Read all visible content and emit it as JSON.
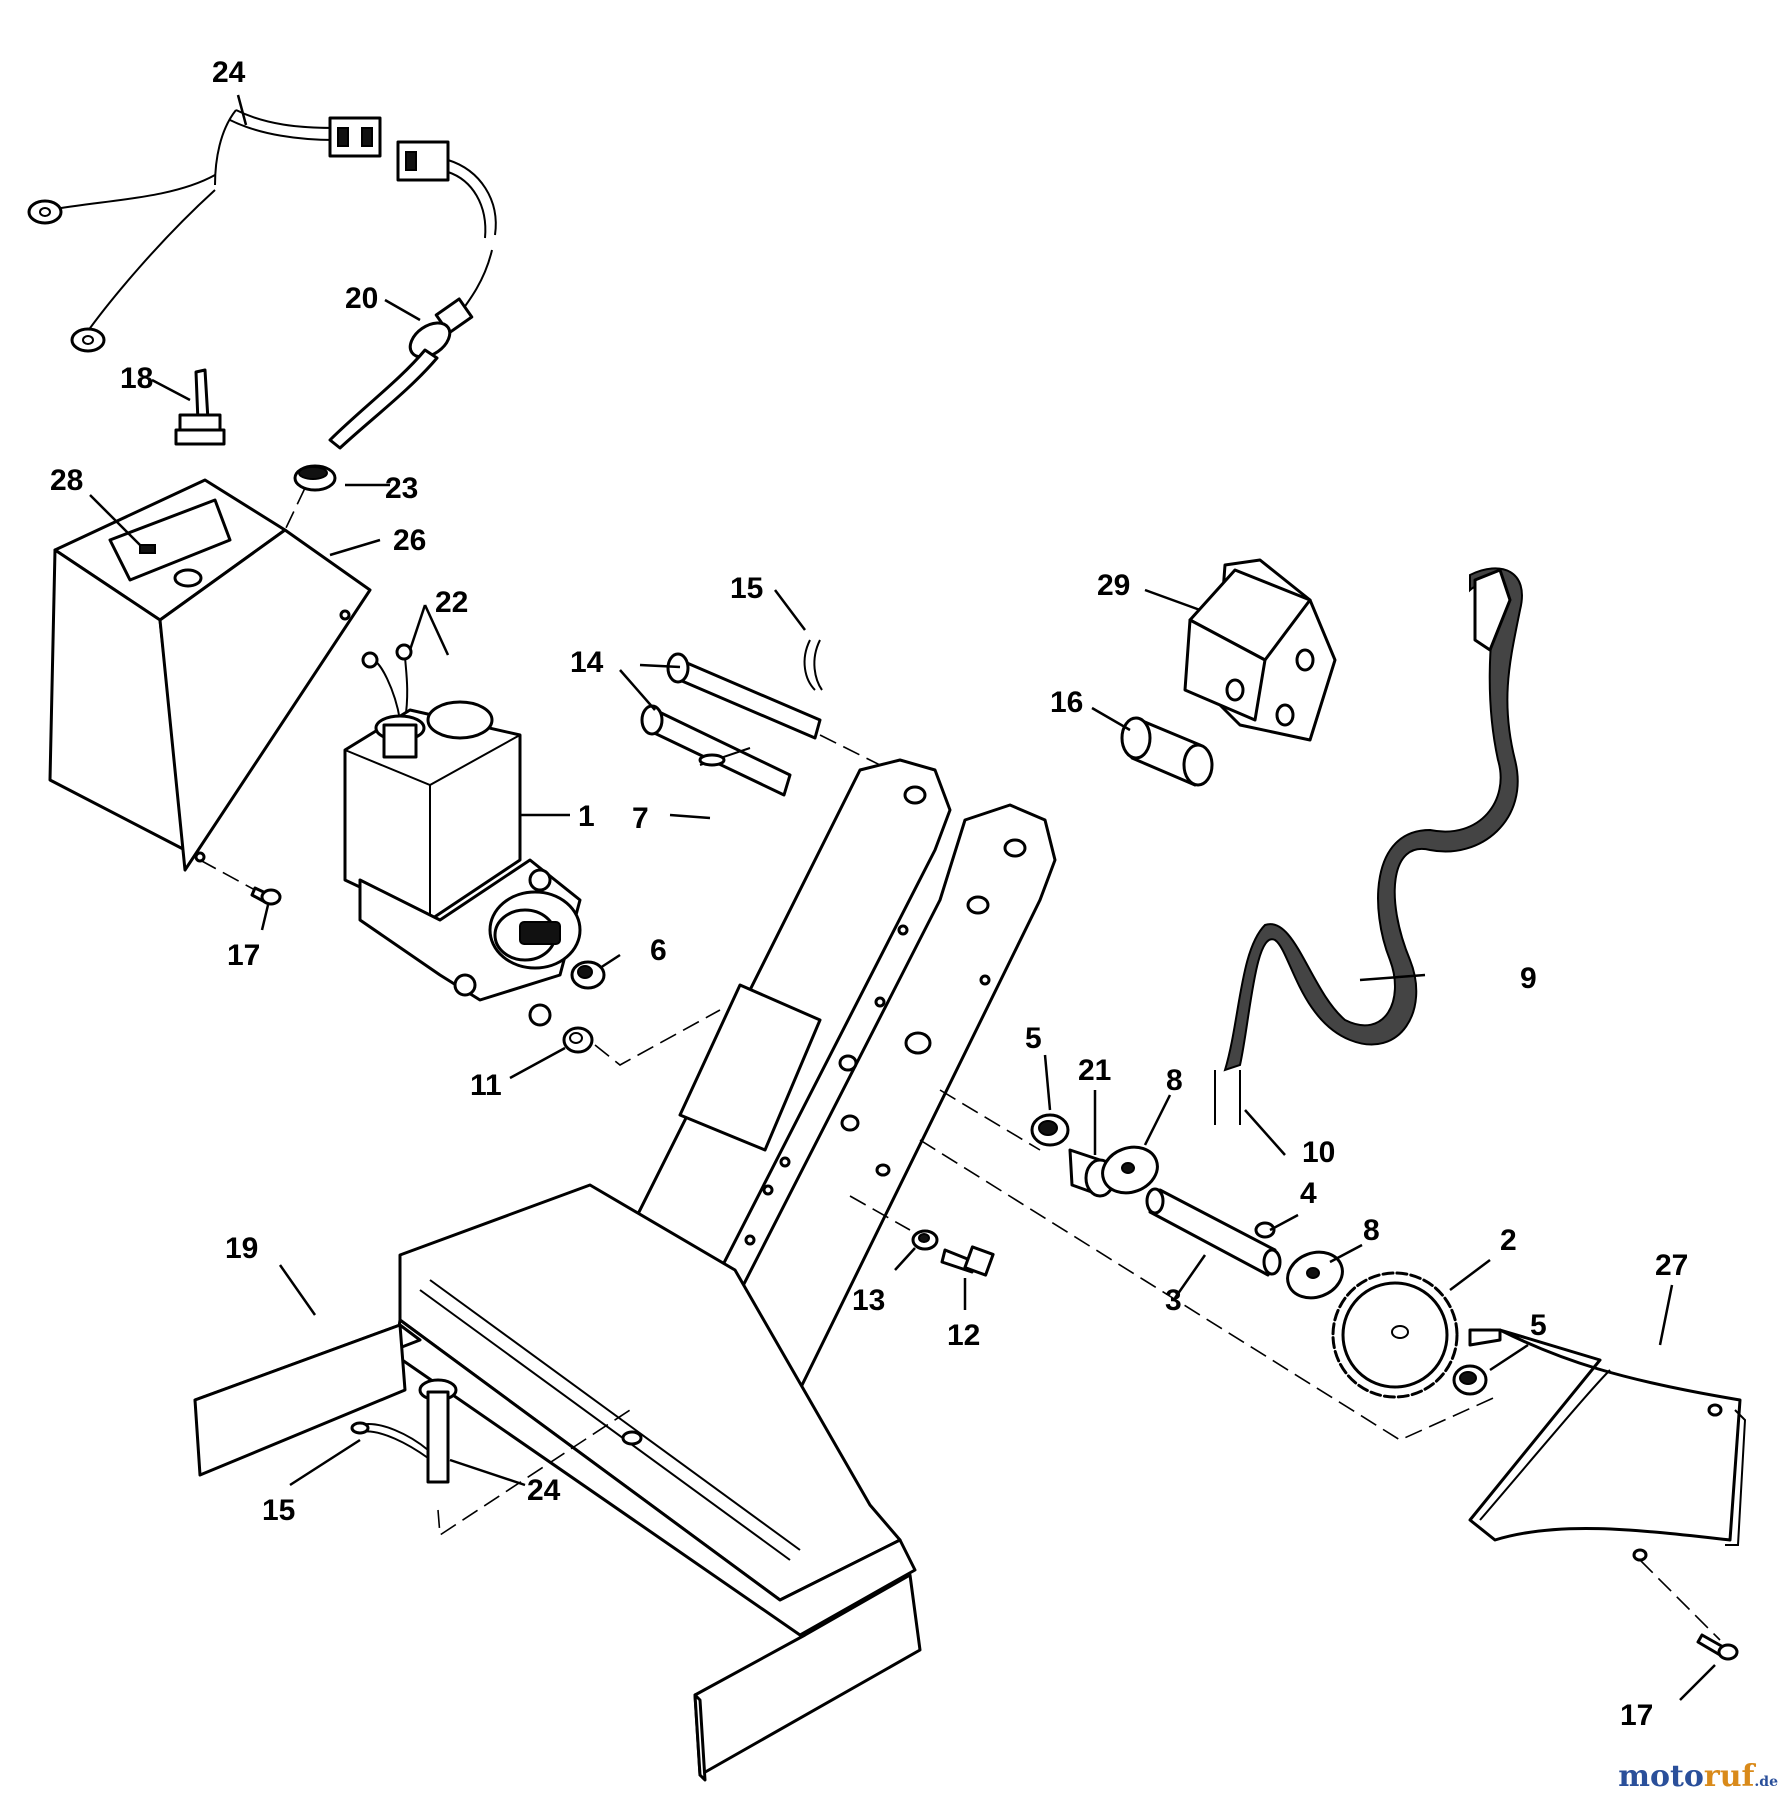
{
  "diagram": {
    "callouts": {
      "c1": "1",
      "c2": "2",
      "c3": "3",
      "c4": "4",
      "c5a": "5",
      "c5b": "5",
      "c6": "6",
      "c7": "7",
      "c8a": "8",
      "c8b": "8",
      "c9": "9",
      "c10": "10",
      "c11": "11",
      "c12": "12",
      "c13": "13",
      "c14": "14",
      "c15a": "15",
      "c15b": "15",
      "c16": "16",
      "c17a": "17",
      "c17b": "17",
      "c18": "18",
      "c19": "19",
      "c20": "20",
      "c21": "21",
      "c22": "22",
      "c23": "23",
      "c24a": "24",
      "c24b": "24",
      "c26": "26",
      "c27": "27",
      "c28": "28",
      "c29": "29"
    }
  },
  "watermark": {
    "part_a": "moto",
    "part_b": "ruf",
    "part_c": ".de"
  }
}
